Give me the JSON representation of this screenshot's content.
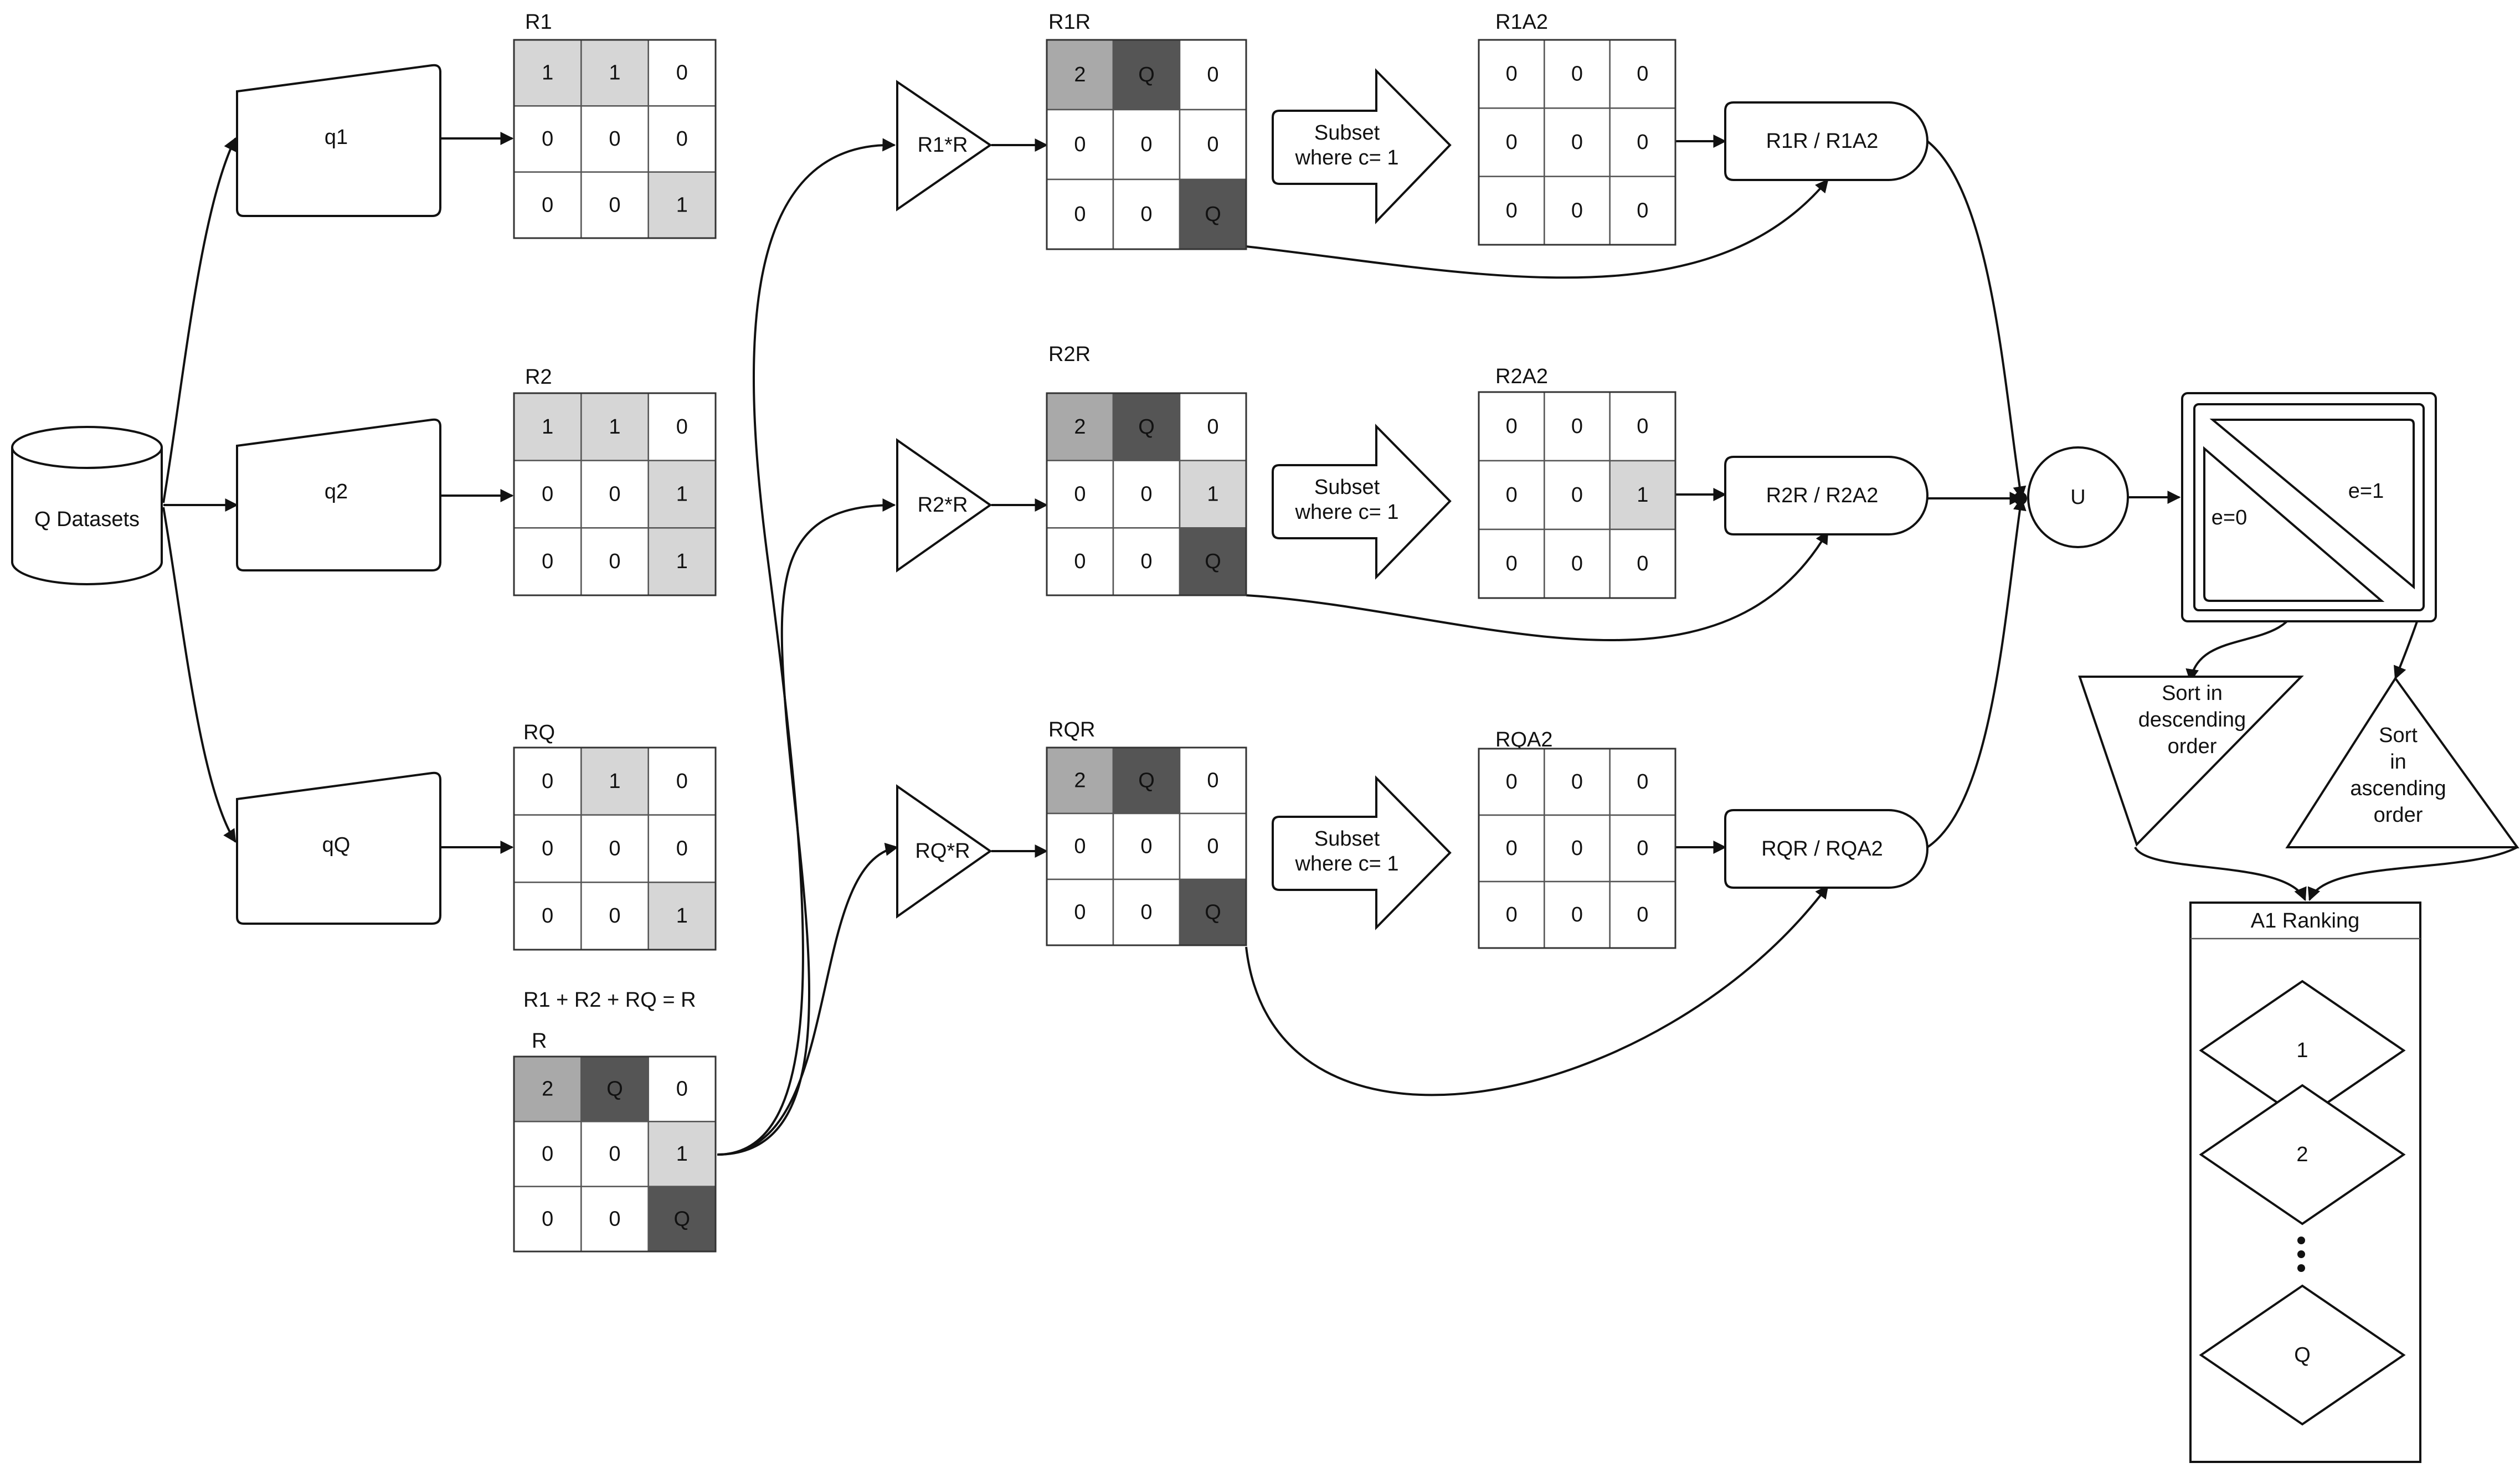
{
  "diagram": {
    "datasets_label": "Q Datasets",
    "queries": [
      "q1",
      "q2",
      "qQ"
    ],
    "matrices": {
      "R1": {
        "title": "R1",
        "cells": [
          [
            "1",
            "1",
            "0"
          ],
          [
            "0",
            "0",
            "0"
          ],
          [
            "0",
            "0",
            "1"
          ]
        ],
        "shade": [
          [
            "l",
            "l",
            ""
          ],
          [
            "",
            "",
            ""
          ],
          [
            "",
            "",
            "l"
          ]
        ]
      },
      "R2": {
        "title": "R2",
        "cells": [
          [
            "1",
            "1",
            "0"
          ],
          [
            "0",
            "0",
            "1"
          ],
          [
            "0",
            "0",
            "1"
          ]
        ],
        "shade": [
          [
            "l",
            "l",
            ""
          ],
          [
            "",
            "",
            "l"
          ],
          [
            "",
            "",
            "l"
          ]
        ]
      },
      "RQ": {
        "title": "RQ",
        "cells": [
          [
            "0",
            "1",
            "0"
          ],
          [
            "0",
            "0",
            "0"
          ],
          [
            "0",
            "0",
            "1"
          ]
        ],
        "shade": [
          [
            "",
            "l",
            ""
          ],
          [
            "",
            "",
            ""
          ],
          [
            "",
            "",
            "l"
          ]
        ]
      },
      "R": {
        "title": "R",
        "cells": [
          [
            "2",
            "Q",
            "0"
          ],
          [
            "0",
            "0",
            "1"
          ],
          [
            "0",
            "0",
            "Q"
          ]
        ],
        "shade": [
          [
            "m",
            "d",
            ""
          ],
          [
            "",
            "",
            "l"
          ],
          [
            "",
            "",
            "d"
          ]
        ]
      },
      "R1R": {
        "title": "R1R",
        "cells": [
          [
            "2",
            "Q",
            "0"
          ],
          [
            "0",
            "0",
            "0"
          ],
          [
            "0",
            "0",
            "Q"
          ]
        ],
        "shade": [
          [
            "m",
            "d",
            ""
          ],
          [
            "",
            "",
            ""
          ],
          [
            "",
            "",
            "d"
          ]
        ]
      },
      "R2R": {
        "title": "R2R",
        "cells": [
          [
            "2",
            "Q",
            "0"
          ],
          [
            "0",
            "0",
            "1"
          ],
          [
            "0",
            "0",
            "Q"
          ]
        ],
        "shade": [
          [
            "m",
            "d",
            ""
          ],
          [
            "",
            "",
            "l"
          ],
          [
            "",
            "",
            "d"
          ]
        ]
      },
      "RQR": {
        "title": "RQR",
        "cells": [
          [
            "2",
            "Q",
            "0"
          ],
          [
            "0",
            "0",
            "0"
          ],
          [
            "0",
            "0",
            "Q"
          ]
        ],
        "shade": [
          [
            "m",
            "d",
            ""
          ],
          [
            "",
            "",
            ""
          ],
          [
            "",
            "",
            "d"
          ]
        ]
      },
      "R1A2": {
        "title": "R1A2",
        "cells": [
          [
            "0",
            "0",
            "0"
          ],
          [
            "0",
            "0",
            "0"
          ],
          [
            "0",
            "0",
            "0"
          ]
        ],
        "shade": [
          [
            "",
            "",
            ""
          ],
          [
            "",
            "",
            ""
          ],
          [
            "",
            "",
            ""
          ]
        ]
      },
      "R2A2": {
        "title": "R2A2",
        "cells": [
          [
            "0",
            "0",
            "0"
          ],
          [
            "0",
            "0",
            "1"
          ],
          [
            "0",
            "0",
            "0"
          ]
        ],
        "shade": [
          [
            "",
            "",
            ""
          ],
          [
            "",
            "",
            "l"
          ],
          [
            "",
            "",
            ""
          ]
        ]
      },
      "RQA2": {
        "title": "RQA2",
        "cells": [
          [
            "0",
            "0",
            "0"
          ],
          [
            "0",
            "0",
            "0"
          ],
          [
            "0",
            "0",
            "0"
          ]
        ],
        "shade": [
          [
            "",
            "",
            ""
          ],
          [
            "",
            "",
            ""
          ],
          [
            "",
            "",
            ""
          ]
        ]
      }
    },
    "sum_equation": "R1 + R2 + RQ = R",
    "multiply_labels": [
      "R1*R",
      "R2*R",
      "RQ*R"
    ],
    "subset_label_line1": "Subset",
    "subset_label_line2": "where c= 1",
    "division_labels": [
      "R1R / R1A2",
      "R2R / R2A2",
      "RQR / RQA2"
    ],
    "union_label": "U",
    "e_zero_label": "e=0",
    "e_one_label": "e=1",
    "sort_desc_lines": [
      "Sort in",
      "descending",
      "order"
    ],
    "sort_asc_lines": [
      "Sort",
      "in",
      "ascending",
      "order"
    ],
    "ranking_title": "A1 Ranking",
    "ranking_items": [
      "1",
      "2",
      "Q"
    ],
    "shade_colors": {
      "l": "#d6d6d6",
      "m": "#a9a9a9",
      "d": "#555555"
    }
  }
}
